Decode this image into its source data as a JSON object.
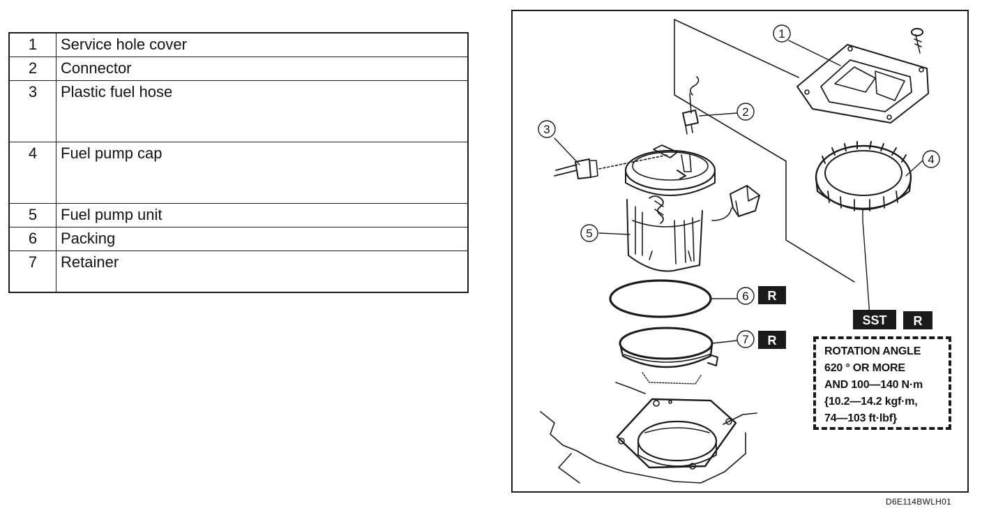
{
  "parts": [
    {
      "num": "1",
      "name": "Service hole cover"
    },
    {
      "num": "2",
      "name": "Connector"
    },
    {
      "num": "3",
      "name": "Plastic fuel hose"
    },
    {
      "num": "4",
      "name": "Fuel pump cap"
    },
    {
      "num": "5",
      "name": "Fuel pump unit"
    },
    {
      "num": "6",
      "name": "Packing"
    },
    {
      "num": "7",
      "name": "Retainer"
    }
  ],
  "callouts": [
    "1",
    "2",
    "3",
    "4",
    "5",
    "6",
    "7"
  ],
  "badges": {
    "replace": "R",
    "special_tool": "SST"
  },
  "spec": {
    "line1": "ROTATION ANGLE",
    "line2": "620 ° OR MORE",
    "line3": "AND 100—140 N·m",
    "line4": "{10.2—14.2 kgf·m,",
    "line5": "74—103 ft·lbf}"
  },
  "figure_id": "D6E114BWLH01"
}
